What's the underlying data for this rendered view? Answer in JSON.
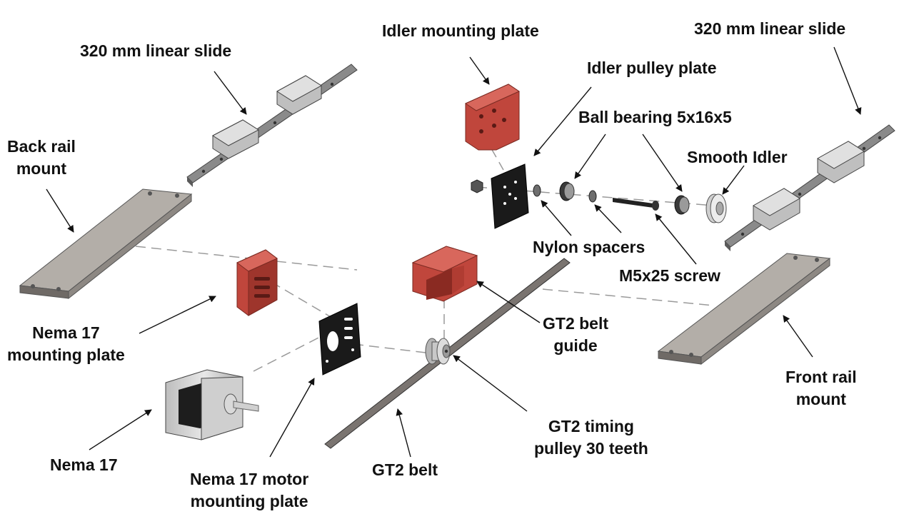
{
  "colors": {
    "red_part": "#c0463c",
    "red_dark": "#8a2a22",
    "black_part": "#1a1a1a",
    "gray_plate": "#a9a49e",
    "gray_dark": "#6f6a66",
    "rail_metal": "#8a8a8a",
    "leader": "#111111",
    "axis_dash": "#9a9a9a"
  },
  "labels": {
    "left_slide": "320 mm linear slide",
    "back_rail_1": "Back rail",
    "back_rail_2": "mount",
    "idler_mount": "Idler mounting plate",
    "idler_pulley": "Idler pulley plate",
    "right_slide": "320 mm linear slide",
    "ball_bearing": "Ball bearing 5x16x5",
    "smooth_idler": "Smooth Idler",
    "nylon": "Nylon spacers",
    "m5_screw": "M5x25 screw",
    "nema_mount_1": "Nema 17",
    "nema_mount_2": "mounting plate",
    "gt2_guide_1": "GT2 belt",
    "gt2_guide_2": "guide",
    "front_rail_1": "Front rail",
    "front_rail_2": "mount",
    "nema17": "Nema 17",
    "motor_plate_1": "Nema 17 motor",
    "motor_plate_2": "mounting plate",
    "gt2_belt": "GT2 belt",
    "gt2_pulley_1": "GT2 timing",
    "gt2_pulley_2": "pulley 30 teeth"
  }
}
